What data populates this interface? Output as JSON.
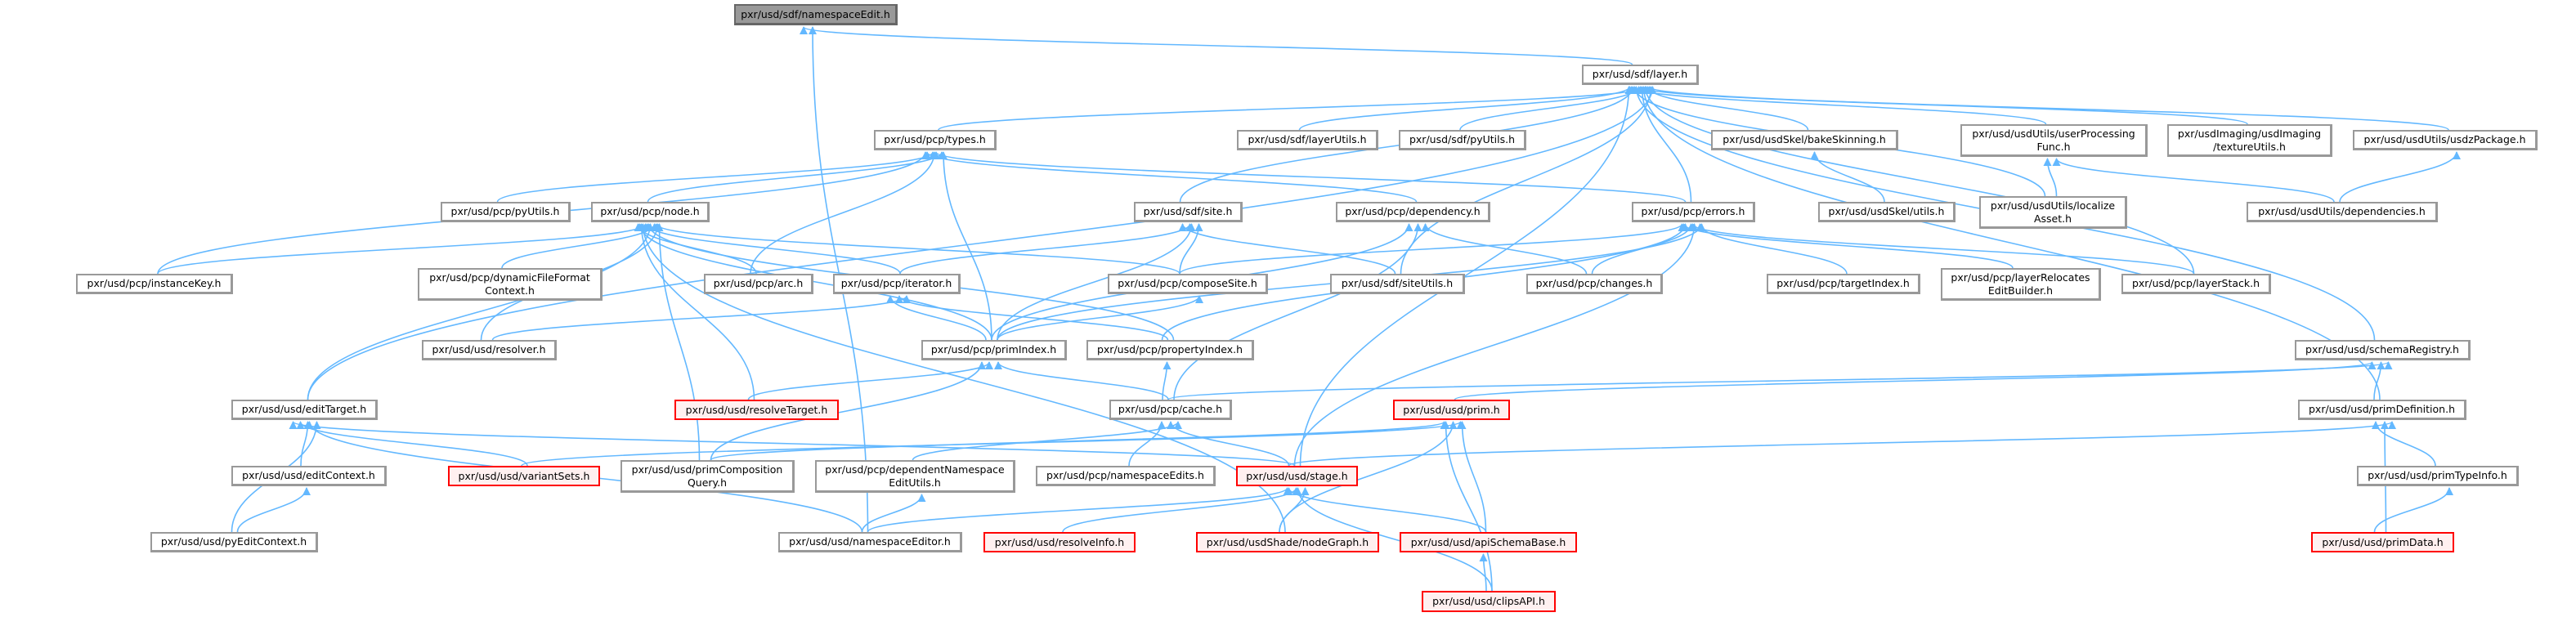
{
  "graph": {
    "edge_color": "#63b8ff",
    "nodes": [
      {
        "id": "ns",
        "label": [
          "pxr/usd/sdf/namespaceEdit.h"
        ],
        "style": "root"
      },
      {
        "id": "layer",
        "label": [
          "pxr/usd/sdf/layer.h"
        ],
        "style": "normal"
      },
      {
        "id": "types",
        "label": [
          "pxr/usd/pcp/types.h"
        ],
        "style": "normal"
      },
      {
        "id": "layerUtils",
        "label": [
          "pxr/usd/sdf/layerUtils.h"
        ],
        "style": "normal"
      },
      {
        "id": "sdfPyUtils",
        "label": [
          "pxr/usd/sdf/pyUtils.h"
        ],
        "style": "normal"
      },
      {
        "id": "bakeSkinning",
        "label": [
          "pxr/usd/usdSkel/bakeSkinning.h"
        ],
        "style": "normal"
      },
      {
        "id": "userProc",
        "label": [
          "pxr/usd/usdUtils/userProcessing",
          "Func.h"
        ],
        "style": "normal"
      },
      {
        "id": "texture",
        "label": [
          "pxr/usdImaging/usdImaging",
          "/textureUtils.h"
        ],
        "style": "normal"
      },
      {
        "id": "usdz",
        "label": [
          "pxr/usd/usdUtils/usdzPackage.h"
        ],
        "style": "normal"
      },
      {
        "id": "pcpPyUtils",
        "label": [
          "pxr/usd/pcp/pyUtils.h"
        ],
        "style": "normal"
      },
      {
        "id": "node",
        "label": [
          "pxr/usd/pcp/node.h"
        ],
        "style": "normal"
      },
      {
        "id": "site",
        "label": [
          "pxr/usd/sdf/site.h"
        ],
        "style": "normal"
      },
      {
        "id": "dependency",
        "label": [
          "pxr/usd/pcp/dependency.h"
        ],
        "style": "normal"
      },
      {
        "id": "errors",
        "label": [
          "pxr/usd/pcp/errors.h"
        ],
        "style": "normal"
      },
      {
        "id": "skelUtils",
        "label": [
          "pxr/usd/usdSkel/utils.h"
        ],
        "style": "normal"
      },
      {
        "id": "localize",
        "label": [
          "pxr/usd/usdUtils/localize",
          "Asset.h"
        ],
        "style": "normal"
      },
      {
        "id": "dependencies",
        "label": [
          "pxr/usd/usdUtils/dependencies.h"
        ],
        "style": "normal"
      },
      {
        "id": "instanceKey",
        "label": [
          "pxr/usd/pcp/instanceKey.h"
        ],
        "style": "normal"
      },
      {
        "id": "dynamic",
        "label": [
          "pxr/usd/pcp/dynamicFileFormat",
          "Context.h"
        ],
        "style": "normal"
      },
      {
        "id": "arc",
        "label": [
          "pxr/usd/pcp/arc.h"
        ],
        "style": "normal"
      },
      {
        "id": "iterator",
        "label": [
          "pxr/usd/pcp/iterator.h"
        ],
        "style": "normal"
      },
      {
        "id": "composeSite",
        "label": [
          "pxr/usd/pcp/composeSite.h"
        ],
        "style": "normal"
      },
      {
        "id": "siteUtils",
        "label": [
          "pxr/usd/sdf/siteUtils.h"
        ],
        "style": "normal"
      },
      {
        "id": "changes",
        "label": [
          "pxr/usd/pcp/changes.h"
        ],
        "style": "normal"
      },
      {
        "id": "targetIndex",
        "label": [
          "pxr/usd/pcp/targetIndex.h"
        ],
        "style": "normal"
      },
      {
        "id": "layerRelocates",
        "label": [
          "pxr/usd/pcp/layerRelocates",
          "EditBuilder.h"
        ],
        "style": "normal"
      },
      {
        "id": "layerStack",
        "label": [
          "pxr/usd/pcp/layerStack.h"
        ],
        "style": "normal"
      },
      {
        "id": "resolver",
        "label": [
          "pxr/usd/usd/resolver.h"
        ],
        "style": "normal"
      },
      {
        "id": "primIndex",
        "label": [
          "pxr/usd/pcp/primIndex.h"
        ],
        "style": "normal"
      },
      {
        "id": "propertyIndex",
        "label": [
          "pxr/usd/pcp/propertyIndex.h"
        ],
        "style": "normal"
      },
      {
        "id": "schemaRegistry",
        "label": [
          "pxr/usd/usd/schemaRegistry.h"
        ],
        "style": "normal"
      },
      {
        "id": "editTarget",
        "label": [
          "pxr/usd/usd/editTarget.h"
        ],
        "style": "normal"
      },
      {
        "id": "resolveTarget",
        "label": [
          "pxr/usd/usd/resolveTarget.h"
        ],
        "style": "red"
      },
      {
        "id": "cache",
        "label": [
          "pxr/usd/pcp/cache.h"
        ],
        "style": "normal"
      },
      {
        "id": "prim",
        "label": [
          "pxr/usd/usd/prim.h"
        ],
        "style": "red"
      },
      {
        "id": "primDefinition",
        "label": [
          "pxr/usd/usd/primDefinition.h"
        ],
        "style": "normal"
      },
      {
        "id": "editContext",
        "label": [
          "pxr/usd/usd/editContext.h"
        ],
        "style": "normal"
      },
      {
        "id": "variantSets",
        "label": [
          "pxr/usd/usd/variantSets.h"
        ],
        "style": "red"
      },
      {
        "id": "primCompQuery",
        "label": [
          "pxr/usd/usd/primComposition",
          "Query.h"
        ],
        "style": "normal"
      },
      {
        "id": "depNsEdit",
        "label": [
          "pxr/usd/pcp/dependentNamespace",
          "EditUtils.h"
        ],
        "style": "normal"
      },
      {
        "id": "nsEdits",
        "label": [
          "pxr/usd/pcp/namespaceEdits.h"
        ],
        "style": "normal"
      },
      {
        "id": "stage",
        "label": [
          "pxr/usd/usd/stage.h"
        ],
        "style": "red"
      },
      {
        "id": "primTypeInfo",
        "label": [
          "pxr/usd/usd/primTypeInfo.h"
        ],
        "style": "normal"
      },
      {
        "id": "pyEditContext",
        "label": [
          "pxr/usd/usd/pyEditContext.h"
        ],
        "style": "normal"
      },
      {
        "id": "nsEditor",
        "label": [
          "pxr/usd/usd/namespaceEditor.h"
        ],
        "style": "normal"
      },
      {
        "id": "resolveInfo",
        "label": [
          "pxr/usd/usd/resolveInfo.h"
        ],
        "style": "red"
      },
      {
        "id": "nodeGraph",
        "label": [
          "pxr/usd/usdShade/nodeGraph.h"
        ],
        "style": "red"
      },
      {
        "id": "apiSchemaBase",
        "label": [
          "pxr/usd/usd/apiSchemaBase.h"
        ],
        "style": "red"
      },
      {
        "id": "primData",
        "label": [
          "pxr/usd/usd/primData.h"
        ],
        "style": "red"
      },
      {
        "id": "clipsAPI",
        "label": [
          "pxr/usd/usd/clipsAPI.h"
        ],
        "style": "red"
      }
    ],
    "edges": [
      [
        "layer",
        "ns"
      ],
      [
        "nsEditor",
        "ns"
      ],
      [
        "types",
        "layer"
      ],
      [
        "layerUtils",
        "layer"
      ],
      [
        "sdfPyUtils",
        "layer"
      ],
      [
        "bakeSkinning",
        "layer"
      ],
      [
        "userProc",
        "layer"
      ],
      [
        "texture",
        "layer"
      ],
      [
        "usdz",
        "layer"
      ],
      [
        "site",
        "layer"
      ],
      [
        "errors",
        "layer"
      ],
      [
        "siteUtils",
        "layer"
      ],
      [
        "localize",
        "layer"
      ],
      [
        "primDefinition",
        "layer"
      ],
      [
        "editTarget",
        "layer"
      ],
      [
        "schemaRegistry",
        "layer"
      ],
      [
        "layerStack",
        "layer"
      ],
      [
        "stage",
        "layer"
      ],
      [
        "pcpPyUtils",
        "types"
      ],
      [
        "node",
        "types"
      ],
      [
        "instanceKey",
        "types"
      ],
      [
        "arc",
        "types"
      ],
      [
        "primIndex",
        "types"
      ],
      [
        "dependency",
        "types"
      ],
      [
        "errors",
        "types"
      ],
      [
        "skelUtils",
        "bakeSkinning"
      ],
      [
        "localize",
        "userProc"
      ],
      [
        "dependencies",
        "userProc"
      ],
      [
        "dependencies",
        "usdz"
      ],
      [
        "instanceKey",
        "node"
      ],
      [
        "dynamic",
        "node"
      ],
      [
        "arc",
        "node"
      ],
      [
        "iterator",
        "node"
      ],
      [
        "composeSite",
        "node"
      ],
      [
        "primIndex",
        "node"
      ],
      [
        "propertyIndex",
        "node"
      ],
      [
        "resolver",
        "node"
      ],
      [
        "resolveTarget",
        "node"
      ],
      [
        "editTarget",
        "node"
      ],
      [
        "primCompQuery",
        "node"
      ],
      [
        "nodeGraph",
        "node"
      ],
      [
        "iterator",
        "site"
      ],
      [
        "composeSite",
        "site"
      ],
      [
        "siteUtils",
        "site"
      ],
      [
        "primIndex",
        "site"
      ],
      [
        "changes",
        "dependency"
      ],
      [
        "primIndex",
        "dependency"
      ],
      [
        "cache",
        "dependency"
      ],
      [
        "composeSite",
        "errors"
      ],
      [
        "changes",
        "errors"
      ],
      [
        "targetIndex",
        "errors"
      ],
      [
        "layerRelocates",
        "errors"
      ],
      [
        "layerStack",
        "errors"
      ],
      [
        "primIndex",
        "errors"
      ],
      [
        "propertyIndex",
        "errors"
      ],
      [
        "stage",
        "errors"
      ],
      [
        "resolver",
        "iterator"
      ],
      [
        "primIndex",
        "iterator"
      ],
      [
        "propertyIndex",
        "iterator"
      ],
      [
        "primIndex",
        "composeSite"
      ],
      [
        "resolveTarget",
        "primIndex"
      ],
      [
        "cache",
        "primIndex"
      ],
      [
        "primCompQuery",
        "primIndex"
      ],
      [
        "cache",
        "propertyIndex"
      ],
      [
        "cache",
        "schemaRegistry"
      ],
      [
        "prim",
        "schemaRegistry"
      ],
      [
        "primDefinition",
        "schemaRegistry"
      ],
      [
        "depNsEdit",
        "cache"
      ],
      [
        "nsEdits",
        "cache"
      ],
      [
        "stage",
        "cache"
      ],
      [
        "variantSets",
        "prim"
      ],
      [
        "primCompQuery",
        "prim"
      ],
      [
        "nodeGraph",
        "prim"
      ],
      [
        "apiSchemaBase",
        "prim"
      ],
      [
        "clipsAPI",
        "prim"
      ],
      [
        "editContext",
        "editTarget"
      ],
      [
        "pyEditContext",
        "editTarget"
      ],
      [
        "variantSets",
        "editTarget"
      ],
      [
        "nsEditor",
        "editTarget"
      ],
      [
        "stage",
        "editTarget"
      ],
      [
        "pyEditContext",
        "editContext"
      ],
      [
        "nsEditor",
        "depNsEdit"
      ],
      [
        "nsEditor",
        "stage"
      ],
      [
        "resolveInfo",
        "stage"
      ],
      [
        "nodeGraph",
        "stage"
      ],
      [
        "apiSchemaBase",
        "stage"
      ],
      [
        "clipsAPI",
        "stage"
      ],
      [
        "stage",
        "primDefinition"
      ],
      [
        "primTypeInfo",
        "primDefinition"
      ],
      [
        "primData",
        "primDefinition"
      ],
      [
        "primData",
        "primTypeInfo"
      ],
      [
        "clipsAPI",
        "apiSchemaBase"
      ]
    ]
  }
}
